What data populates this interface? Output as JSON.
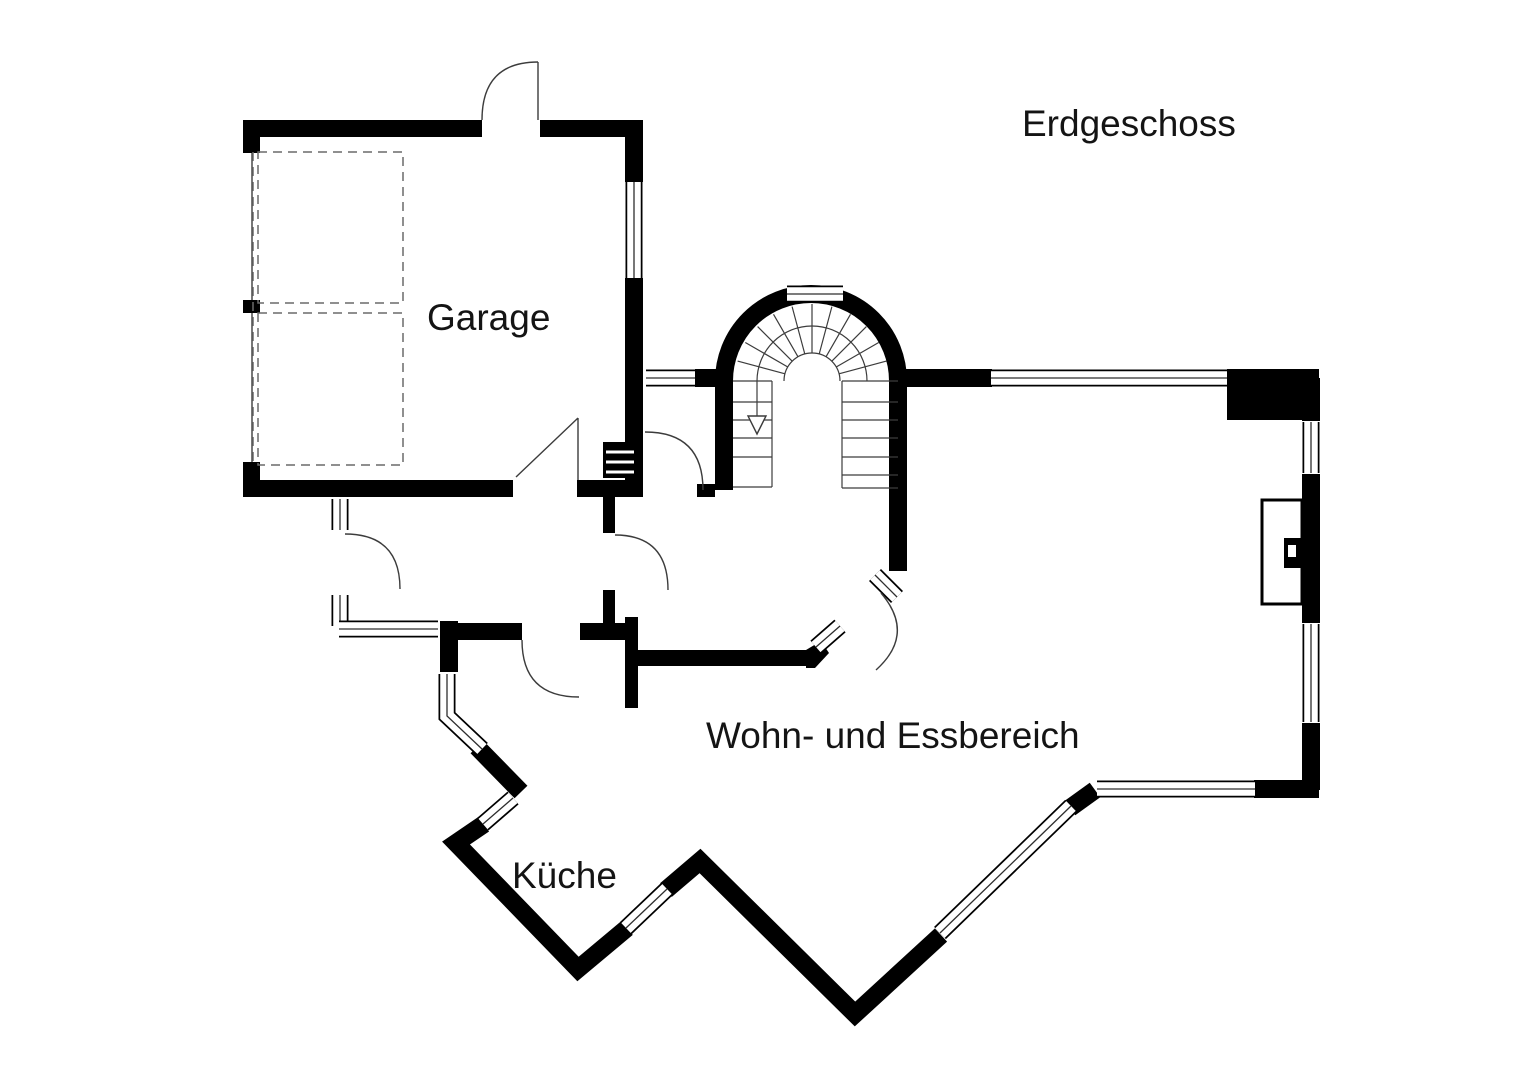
{
  "title": {
    "label": "Erdgeschoss"
  },
  "rooms": {
    "garage": {
      "label": "Garage"
    },
    "living": {
      "label": "Wohn- und Essbereich"
    },
    "kitchen": {
      "label": "Küche"
    }
  },
  "stairs": {
    "direction_marker": "down-arrow"
  },
  "features": [
    "staircase",
    "fireplace",
    "parking-spaces",
    "windows",
    "door-swings"
  ],
  "colors": {
    "wall": "#000000",
    "line": "#3c3c3c",
    "dash": "#6a6a6a",
    "text": "#141414",
    "background": "#ffffff"
  }
}
